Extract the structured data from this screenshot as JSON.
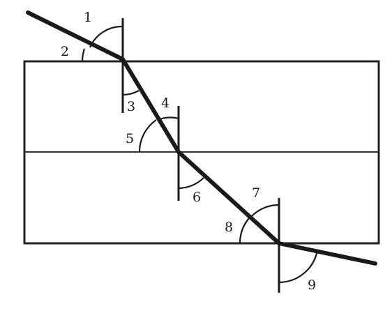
{
  "angle_labels": {
    "a1": "1",
    "a2": "2",
    "a3": "3",
    "a4": "4",
    "a5": "5",
    "a6": "6",
    "a7": "7",
    "a8": "8",
    "a9": "9"
  },
  "colors": {
    "ink": "#1a1a1a",
    "background": "#ffffff"
  }
}
